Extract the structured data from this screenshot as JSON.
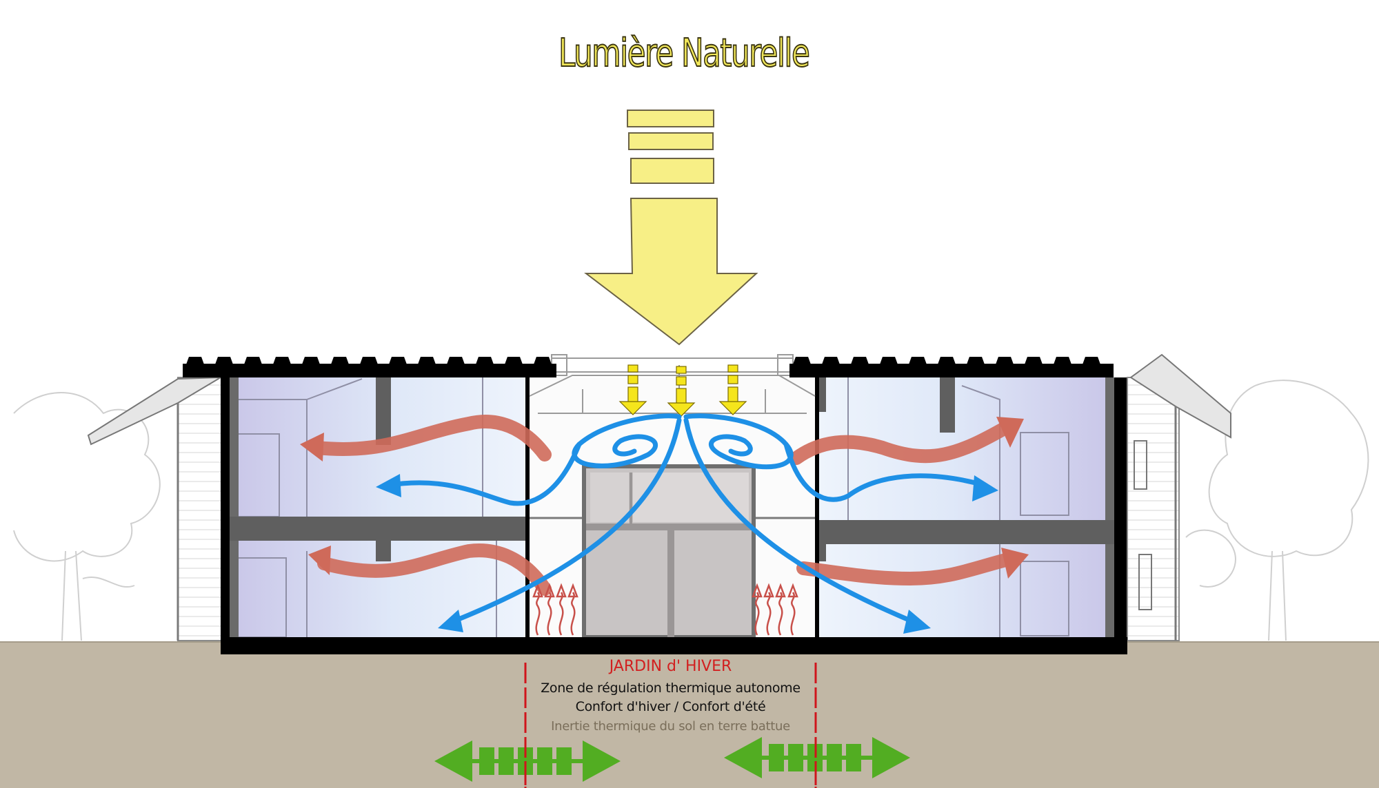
{
  "title": "Lumière Naturelle",
  "caption": {
    "heading": "JARDIN d' HIVER",
    "line1": "Zone de régulation thermique autonome",
    "line2": "Confort d'hiver / Confort d'été",
    "line3": "Inertie thermique du sol en terre battue"
  },
  "colors": {
    "sunlight_yellow": "#f7ef86",
    "skylight_arrow_yellow": "#f5e51c",
    "airflow_blue": "#1e90e6",
    "warm_air_red": "#cf6a5a",
    "heat_rise_red": "#c8504a",
    "structure_black": "#000000",
    "slab_grey": "#5f5f5f",
    "ground": "#c1b7a5",
    "heading_red": "#d21f1f",
    "muted_text": "#7a6e5a",
    "exchange_green": "#52ad22",
    "boundary_red": "#d0141c",
    "room_tint": "#cfd9f2"
  },
  "legend_semantics": {
    "yellow_arrow": "natural light entering through skylight",
    "blue_arrows": "air circulation from winter garden to rooms",
    "red_arrows": "warm air diffusion",
    "red_wavy_arrows": "heat rising from the soil",
    "green_double_arrows": "thermal exchange with ground"
  }
}
